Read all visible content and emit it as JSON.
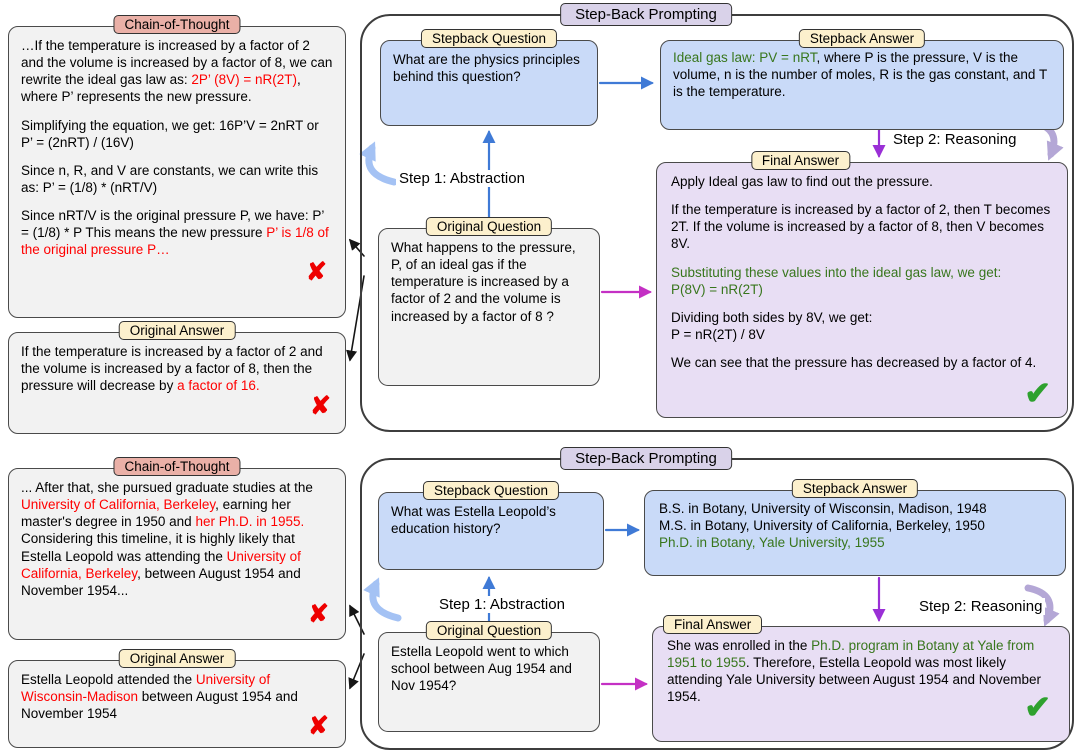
{
  "colors": {
    "red": "#ff0000",
    "green": "#38761d",
    "blue_arrow": "#3f7ad6",
    "purple_arrow": "#9a2fd6",
    "magenta_arrow": "#c430c4",
    "blue_box": "#c9daf8",
    "lavender_box": "#e8def4",
    "gray_box": "#f2f2f2",
    "pink_label": "#eab0a7",
    "yellow_label": "#fcf0cd",
    "purple_label": "#d9d2e9"
  },
  "labels": {
    "chain_of_thought": "Chain-of-Thought",
    "original_answer": "Original Answer",
    "stepback_prompting": "Step-Back Prompting",
    "stepback_question": "Stepback Question",
    "stepback_answer": "Stepback Answer",
    "original_question": "Original Question",
    "final_answer": "Final Answer",
    "step1": "Step 1: Abstraction",
    "step2": "Step 2: Reasoning",
    "wrong_mark": "✘",
    "correct_mark": "✔"
  },
  "example1": {
    "cot_paragraphs": [
      [
        {
          "t": "…If the temperature is increased by a factor of 2 and the volume is increased by a factor of 8, we can rewrite the ideal gas law as: "
        },
        {
          "t": "2P’ (8V) = nR(2T)",
          "c": "red"
        },
        {
          "t": ", where P’ represents the new pressure."
        }
      ],
      [
        {
          "t": "Simplifying the equation, we get: 16P’V = 2nRT or P’ = (2nRT) / (16V)"
        }
      ],
      [
        {
          "t": "Since n, R, and V are constants, we can write this as: P’ = (1/8) * (nRT/V)"
        }
      ],
      [
        {
          "t": "Since nRT/V is the original pressure P, we have: P’ = (1/8) * P This means the new pressure "
        },
        {
          "t": "P’ is 1/8 of the original pressure P…",
          "c": "red"
        }
      ]
    ],
    "original_answer_paragraphs": [
      [
        {
          "t": "If the temperature is increased by a factor of 2 and the volume is increased by a factor of 8, then the pressure will decrease by "
        },
        {
          "t": "a factor of 16.",
          "c": "red"
        }
      ]
    ],
    "stepback_question": "What are the physics principles behind this question?",
    "stepback_answer_paragraphs": [
      [
        {
          "t": "Ideal gas law: PV = nRT",
          "c": "green"
        },
        {
          "t": ", where P is the pressure, V is the volume, n is the number of moles, R is the gas constant, and T is the temperature."
        }
      ]
    ],
    "original_question": "What happens to the pressure, P, of an ideal gas if the temperature is increased by a factor of 2 and the volume is increased by a factor of 8 ?",
    "final_answer_paragraphs": [
      [
        {
          "t": "Apply Ideal gas law to find out the pressure."
        }
      ],
      [
        {
          "t": "If the temperature is increased by a factor of 2, then T becomes 2T. If the volume is increased by a factor of 8, then V becomes 8V."
        }
      ],
      [
        {
          "t": "Substituting these values into the ideal gas law, we get:\nP(8V) = nR(2T)",
          "c": "green"
        }
      ],
      [
        {
          "t": "Dividing both sides by 8V, we get:\nP = nR(2T) / 8V"
        }
      ],
      [
        {
          "t": "We can see that the pressure has decreased by a factor of 4."
        }
      ]
    ]
  },
  "example2": {
    "cot_paragraphs": [
      [
        {
          "t": "... After that, she pursued graduate studies at the "
        },
        {
          "t": "University of California, Berkeley",
          "c": "red"
        },
        {
          "t": ", earning her master's degree in 1950 and "
        },
        {
          "t": "her Ph.D. in 1955.",
          "c": "red"
        },
        {
          "t": "\nConsidering this timeline, it is highly likely that Estella Leopold was attending the "
        },
        {
          "t": "University of California, Berkeley",
          "c": "red"
        },
        {
          "t": ", between August 1954 and November 1954..."
        }
      ]
    ],
    "original_answer_paragraphs": [
      [
        {
          "t": "Estella Leopold attended the "
        },
        {
          "t": "University of Wisconsin-Madison",
          "c": "red"
        },
        {
          "t": " between August 1954 and November 1954"
        }
      ]
    ],
    "stepback_question": "What was Estella Leopold’s education history?",
    "stepback_answer_paragraphs": [
      [
        {
          "t": "B.S. in Botany, University of Wisconsin, Madison, 1948\nM.S. in Botany, University of California, Berkeley, 1950\n"
        },
        {
          "t": "Ph.D. in Botany, Yale University, 1955",
          "c": "green"
        }
      ]
    ],
    "original_question": "Estella Leopold went to which school between Aug 1954 and Nov 1954?",
    "final_answer_paragraphs": [
      [
        {
          "t": "She was enrolled in the "
        },
        {
          "t": "Ph.D. program in Botany at Yale from 1951 to 1955",
          "c": "green"
        },
        {
          "t": ". Therefore, Estella Leopold was most likely attending Yale University between August 1954 and November 1954."
        }
      ]
    ]
  }
}
